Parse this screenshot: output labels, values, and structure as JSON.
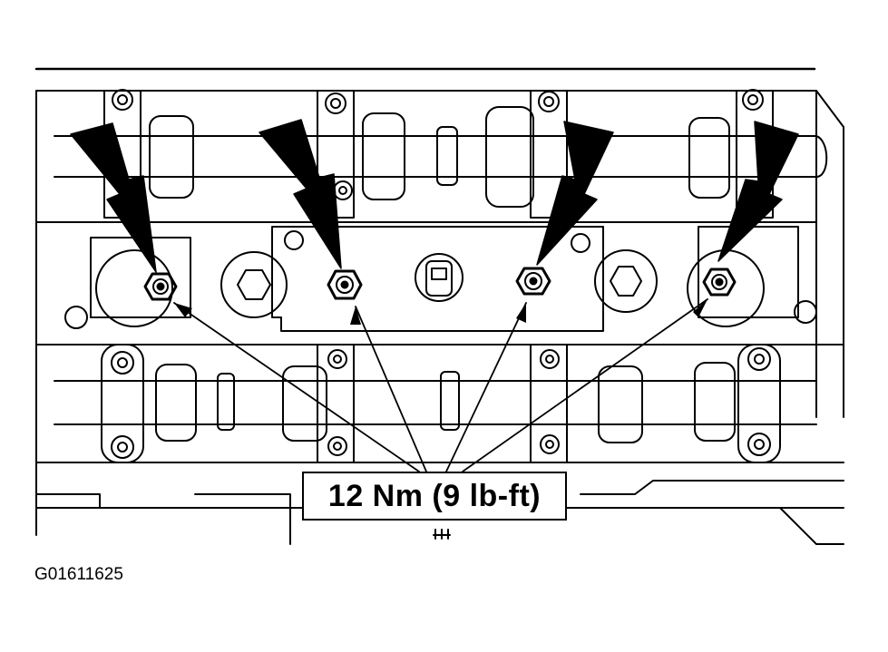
{
  "callout": {
    "torque_label": "12 Nm (9 lb-ft)"
  },
  "figure": {
    "id": "G01611625"
  },
  "illustration": {
    "subject": "cylinder head spark plug / fastener locations",
    "indicated_fasteners": 4,
    "line_color": "#000000",
    "background_color": "#ffffff"
  }
}
